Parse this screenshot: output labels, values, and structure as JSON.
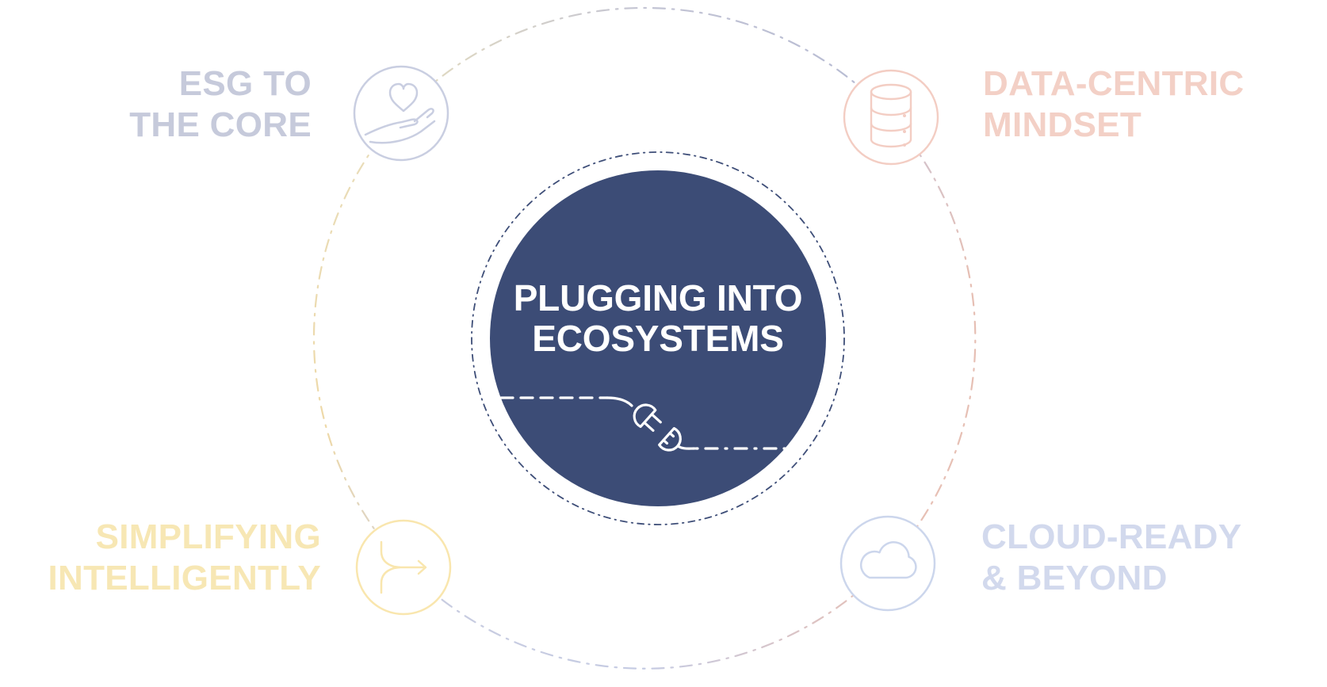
{
  "diagram": {
    "center": {
      "title_lines": [
        "PLUGGING INTO",
        "ECOSYSTEMS"
      ],
      "fill_color": "#3c4c76",
      "ring_color": "#3e4e78",
      "text_color": "#ffffff",
      "icon": "plug-connection-icon"
    },
    "satellites": [
      {
        "id": "esg",
        "position": "top-left",
        "lines": [
          "ESG TO",
          "THE CORE"
        ],
        "text_color": "#c6cadb",
        "circle_color": "#c9cee1",
        "icon": "hand-heart-icon"
      },
      {
        "id": "data-centric",
        "position": "top-right",
        "lines": [
          "DATA-CENTRIC",
          "MINDSET"
        ],
        "text_color": "#f3d0c6",
        "circle_color": "#f3cdc3",
        "icon": "database-icon"
      },
      {
        "id": "simplifying",
        "position": "bottom-left",
        "lines": [
          "SIMPLIFYING",
          "INTELLIGENTLY"
        ],
        "text_color": "#f7e7b4",
        "circle_color": "#f9e6ae",
        "icon": "merge-arrows-icon"
      },
      {
        "id": "cloud",
        "position": "bottom-right",
        "lines": [
          "CLOUD-READY",
          "& BEYOND"
        ],
        "text_color": "#d2d9ed",
        "circle_color": "#ccd6ec",
        "icon": "cloud-icon"
      }
    ],
    "outer_ring_colors": {
      "near_esg": "#e8ddbb",
      "near_data_centric": "#b6bbd3",
      "right_side": "#e7c0b5",
      "bottom_side": "#c5cbe3",
      "left_side": "#eed9a8"
    }
  }
}
